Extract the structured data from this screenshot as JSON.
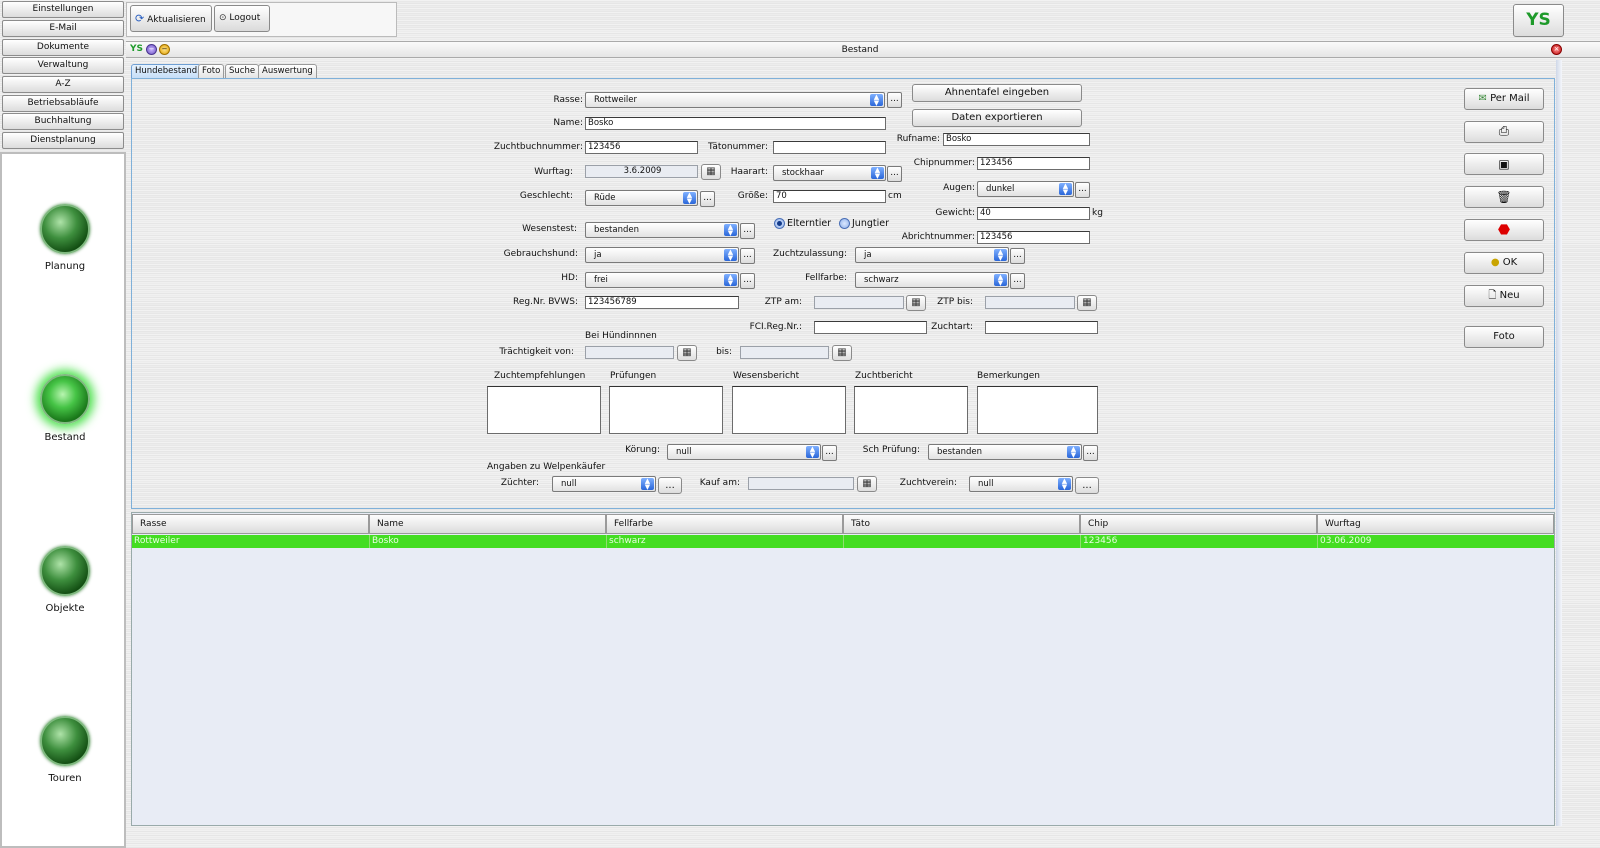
{
  "nav": {
    "items": [
      "Einstellungen",
      "E-Mail",
      "Dokumente",
      "Verwaltung",
      "A-Z",
      "Betriebsabläufe",
      "Buchhaltung",
      "Dienstplanung"
    ]
  },
  "sidebar": {
    "modules": [
      "Planung",
      "Bestand",
      "Objekte",
      "Touren"
    ]
  },
  "toolbar": {
    "refresh": "Aktualisieren",
    "logout": "Logout",
    "logo": "YS"
  },
  "window": {
    "title": "Bestand",
    "logo": "YS"
  },
  "tabs": [
    "Hundebestand",
    "Foto",
    "Suche",
    "Auswertung"
  ],
  "form": {
    "rasse": {
      "label": "Rasse:",
      "value": "Rottweiler"
    },
    "name": {
      "label": "Name:",
      "value": "Bosko"
    },
    "zuchtbuchnummer": {
      "label": "Zuchtbuchnummer:",
      "value": "123456"
    },
    "taetonummer": {
      "label": "Tätonummer:",
      "value": ""
    },
    "rufname": {
      "label": "Rufname:",
      "value": "Bosko"
    },
    "wurftag": {
      "label": "Wurftag:",
      "value": "3.6.2009"
    },
    "haarart": {
      "label": "Haarart:",
      "value": "stockhaar"
    },
    "chipnummer": {
      "label": "Chipnummer:",
      "value": "123456"
    },
    "geschlecht": {
      "label": "Geschlecht:",
      "value": "Rüde"
    },
    "groesse": {
      "label": "Größe:",
      "value": "70",
      "unit": "cm"
    },
    "augen": {
      "label": "Augen:",
      "value": "dunkel"
    },
    "gewicht": {
      "label": "Gewicht:",
      "value": "40",
      "unit": "kg"
    },
    "wesenstest": {
      "label": "Wesenstest:",
      "value": "bestanden"
    },
    "elterntier": "Elterntier",
    "jungtier": "Jungtier",
    "abrichtnummer": {
      "label": "Abrichtnummer:",
      "value": "123456"
    },
    "gebrauchshund": {
      "label": "Gebrauchshund:",
      "value": "ja"
    },
    "zuchtzulassung": {
      "label": "Zuchtzulassung:",
      "value": "ja"
    },
    "hd": {
      "label": "HD:",
      "value": "frei"
    },
    "fellfarbe": {
      "label": "Fellfarbe:",
      "value": "schwarz"
    },
    "regnr": {
      "label": "Reg.Nr. BVWS:",
      "value": "123456789"
    },
    "ztp_am": {
      "label": "ZTP am:",
      "value": ""
    },
    "ztp_bis": {
      "label": "ZTP bis:",
      "value": ""
    },
    "fcireg": {
      "label": "FCI.Reg.Nr.:",
      "value": ""
    },
    "zuchtart": {
      "label": "Zuchtart:",
      "value": ""
    },
    "bei_huendinnen": "Bei Hündinnnen",
    "traechtigkeit": {
      "label": "Trächtigkeit von:",
      "value": ""
    },
    "bis": {
      "label": "bis:",
      "value": ""
    },
    "textareas": [
      "Zuchtempfehlungen",
      "Prüfungen",
      "Wesensbericht",
      "Zuchtbericht",
      "Bemerkungen"
    ],
    "koerung": {
      "label": "Körung:",
      "value": "null"
    },
    "sch_pruefung": {
      "label": "Sch Prüfung:",
      "value": "bestanden"
    },
    "welpenkaeufer": "Angaben zu Welpenkäufer",
    "zuechter": {
      "label": "Züchter:",
      "value": "null"
    },
    "kauf_am": {
      "label": "Kauf am:",
      "value": ""
    },
    "zuchtverein": {
      "label": "Zuchtverein:",
      "value": "null"
    },
    "ahnentafel": "Ahnentafel eingeben",
    "export": "Daten exportieren",
    "dots": "..."
  },
  "actions": {
    "mail": "Per Mail",
    "ok": "OK",
    "neu": "Neu",
    "foto": "Foto"
  },
  "table": {
    "columns": [
      "Rasse",
      "Name",
      "Fellfarbe",
      "Täto",
      "Chip",
      "Wurftag"
    ],
    "rows": [
      [
        "Rottweiler",
        "Bosko",
        "schwarz",
        "",
        "123456",
        "03.06.2009"
      ]
    ]
  },
  "colors": {
    "selected_row": "#44dd22",
    "accent_blue": "#2a67d9"
  }
}
